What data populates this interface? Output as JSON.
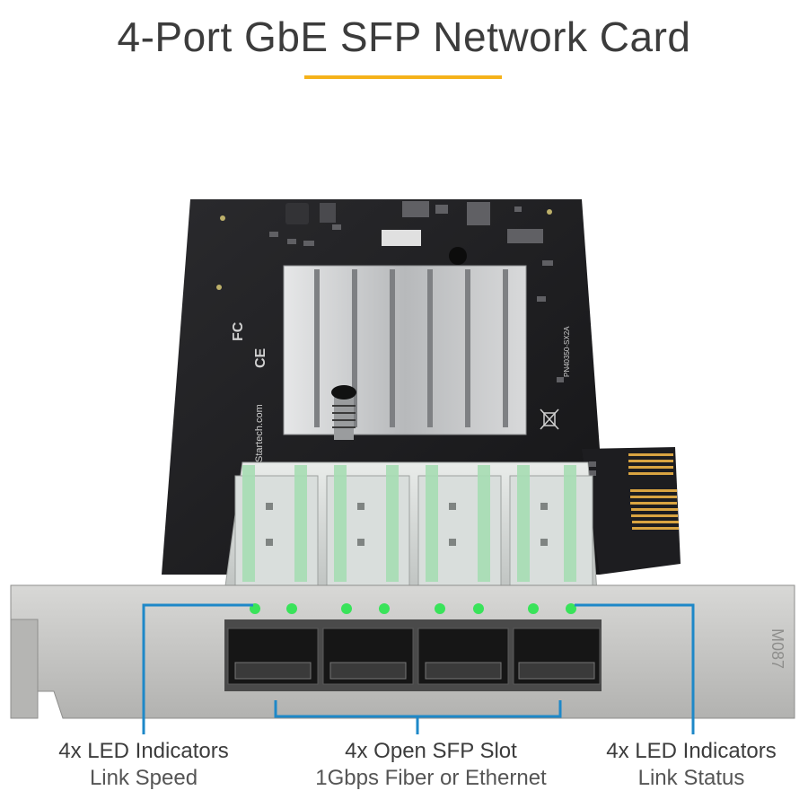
{
  "title": "4-Port GbE SFP Network Card",
  "colors": {
    "accent_underline": "#f5b21a",
    "callout_line": "#1e88c8",
    "led_green": "#39e35a",
    "pcb": "#1a1a1c",
    "heatsink": "#c9cbcd",
    "bracket": "#c4c4c2",
    "gold_contacts": "#d9a441"
  },
  "board_markings": {
    "logo_text": "Startech.com",
    "part_number": "PN40350-SX2A",
    "bracket_code": "M087",
    "cert_ce": "CE",
    "cert_fc": "FC"
  },
  "callouts": {
    "left": {
      "heading": "4x LED Indicators",
      "subheading": "Link Speed"
    },
    "middle": {
      "heading": "4x Open SFP Slot",
      "subheading": "1Gbps Fiber or Ethernet"
    },
    "right": {
      "heading": "4x LED Indicators",
      "subheading": "Link Status"
    }
  }
}
